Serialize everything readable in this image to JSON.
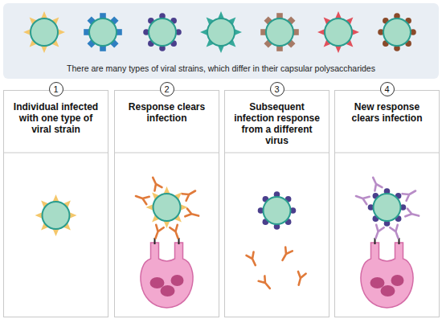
{
  "diagram": {
    "nodes": [
      {
        "text": [
          "There are many types of viral strains, which differ in their capsular polysaccharides"
        ]
      },
      {
        "text": [
          "Individual infected with one type of viral strain"
        ]
      },
      {
        "text": [
          "1"
        ],
        "in": 1
      },
      {
        "text": [
          "Response clears infection"
        ]
      },
      {
        "text": [
          "2"
        ],
        "in": 3
      },
      {
        "text": [
          "Subsequent infection response from a different virus"
        ]
      },
      {
        "text": [
          "3"
        ],
        "in": 5
      },
      {
        "text": [
          "New response clears infection"
        ]
      },
      {
        "text": [
          "4"
        ],
        "in": 7
      }
    ]
  }
}
